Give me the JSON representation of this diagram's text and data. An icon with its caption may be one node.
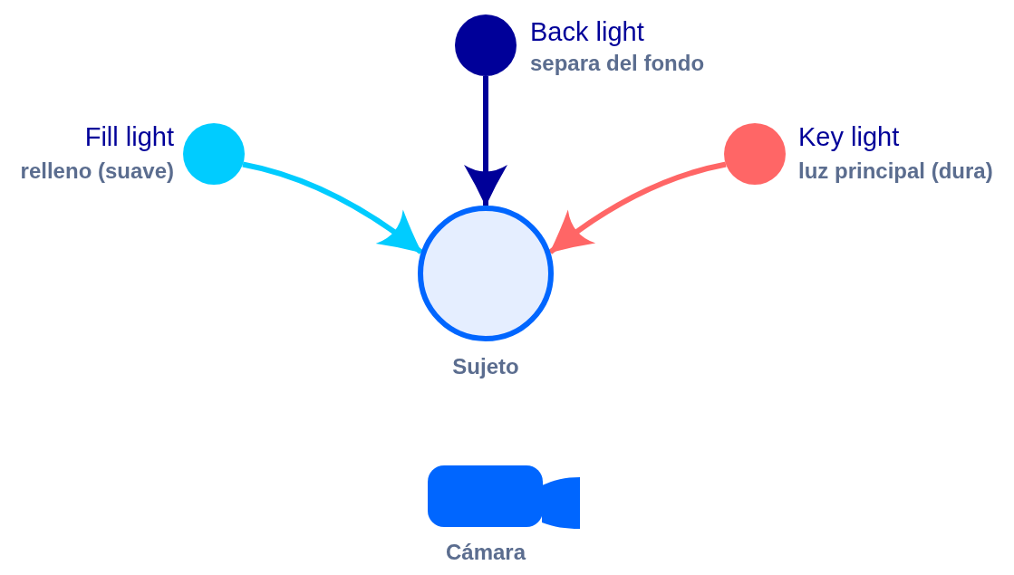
{
  "diagram": {
    "nodes": [
      {
        "text": [],
        "shape": "circle",
        "beside": [
          "Back light",
          "separa del fondo"
        ]
      },
      {
        "text": [],
        "shape": "circle",
        "beside": [
          "Fill light",
          "relleno (suave)"
        ]
      },
      {
        "text": [],
        "shape": "circle",
        "beside": [
          "Key light",
          "luz principal (dura)"
        ]
      },
      {
        "text": [],
        "shape": "circle",
        "beside": [
          "Sujeto"
        ]
      },
      {
        "text": [],
        "shape": "camera",
        "beside": [
          "Cámara"
        ]
      }
    ],
    "edges": [
      {
        "from": 0,
        "to": 3,
        "arrow": "to",
        "color": "#000099"
      },
      {
        "from": 1,
        "to": 3,
        "arrow": "to",
        "color": "#00ccff"
      },
      {
        "from": 2,
        "to": 3,
        "arrow": "to",
        "color": "#ff6666"
      }
    ]
  }
}
